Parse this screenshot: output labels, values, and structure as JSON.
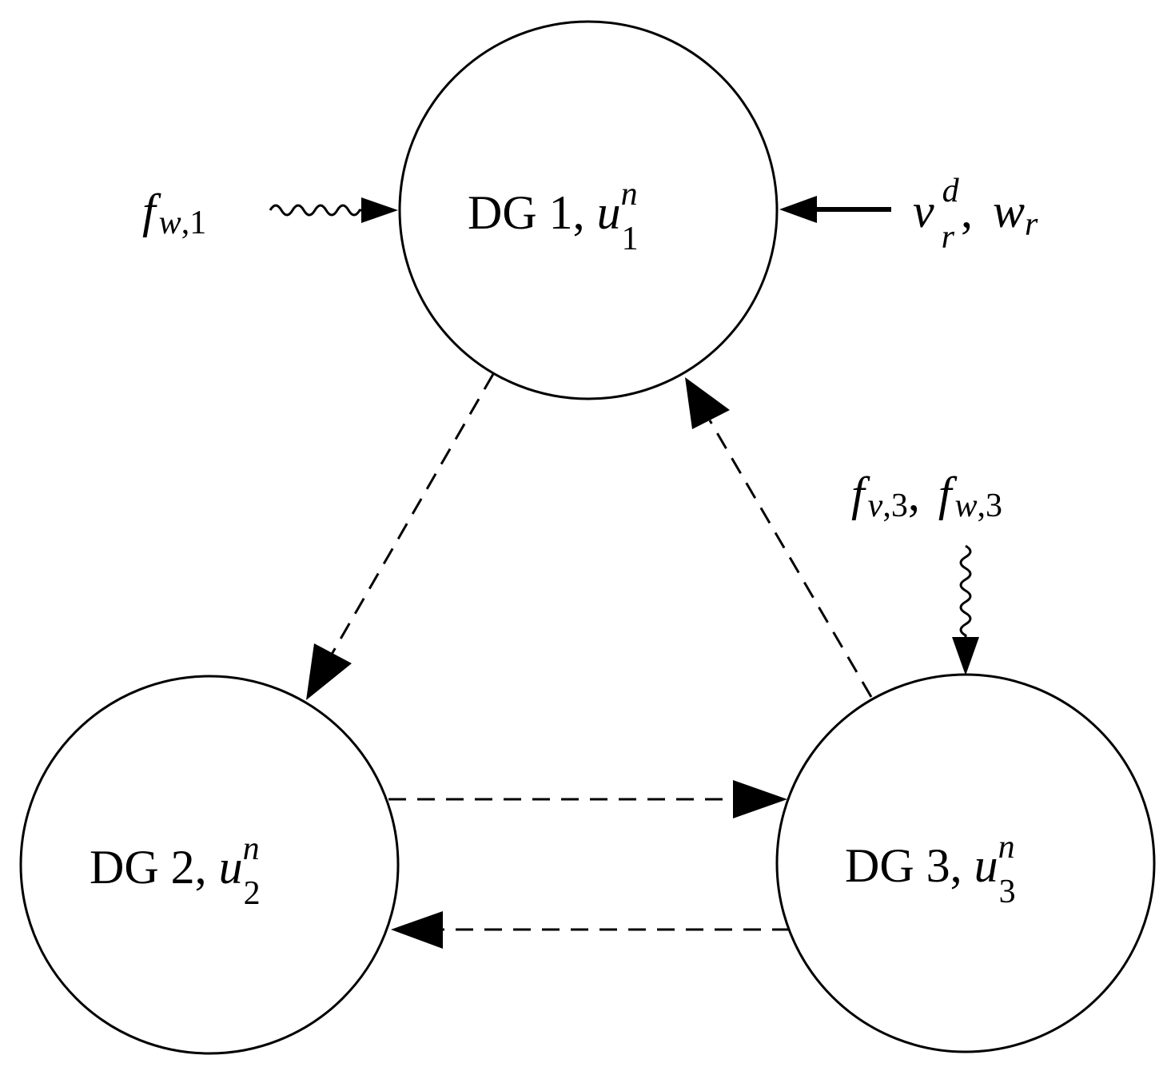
{
  "nodes": [
    {
      "id": "dg1",
      "name": "DG 1",
      "var": "u",
      "sup": "n",
      "sub": "1"
    },
    {
      "id": "dg2",
      "name": "DG 2",
      "var": "u",
      "sup": "n",
      "sub": "2"
    },
    {
      "id": "dg3",
      "name": "DG 3",
      "var": "u",
      "sup": "n",
      "sub": "3"
    }
  ],
  "inputs": {
    "fw1": {
      "base": "f",
      "sub_var": "w",
      "sub_idx": "1"
    },
    "ref": {
      "v": "v",
      "v_sub": "r",
      "v_sup": "d",
      "w": "w",
      "w_sub": "r"
    },
    "f3": {
      "fv_base": "f",
      "fv_sub_var": "v",
      "fv_sub_idx": "3",
      "fw_base": "f",
      "fw_sub_var": "w",
      "fw_sub_idx": "3"
    }
  },
  "edges": [
    {
      "from": "DG 1",
      "to": "DG 2",
      "style": "dashed"
    },
    {
      "from": "DG 3",
      "to": "DG 1",
      "style": "dashed"
    },
    {
      "from": "DG 2",
      "to": "DG 3",
      "style": "dashed"
    },
    {
      "from": "DG 3",
      "to": "DG 2",
      "style": "dashed"
    }
  ],
  "colors": {
    "stroke": "#000000",
    "background": "#ffffff"
  }
}
